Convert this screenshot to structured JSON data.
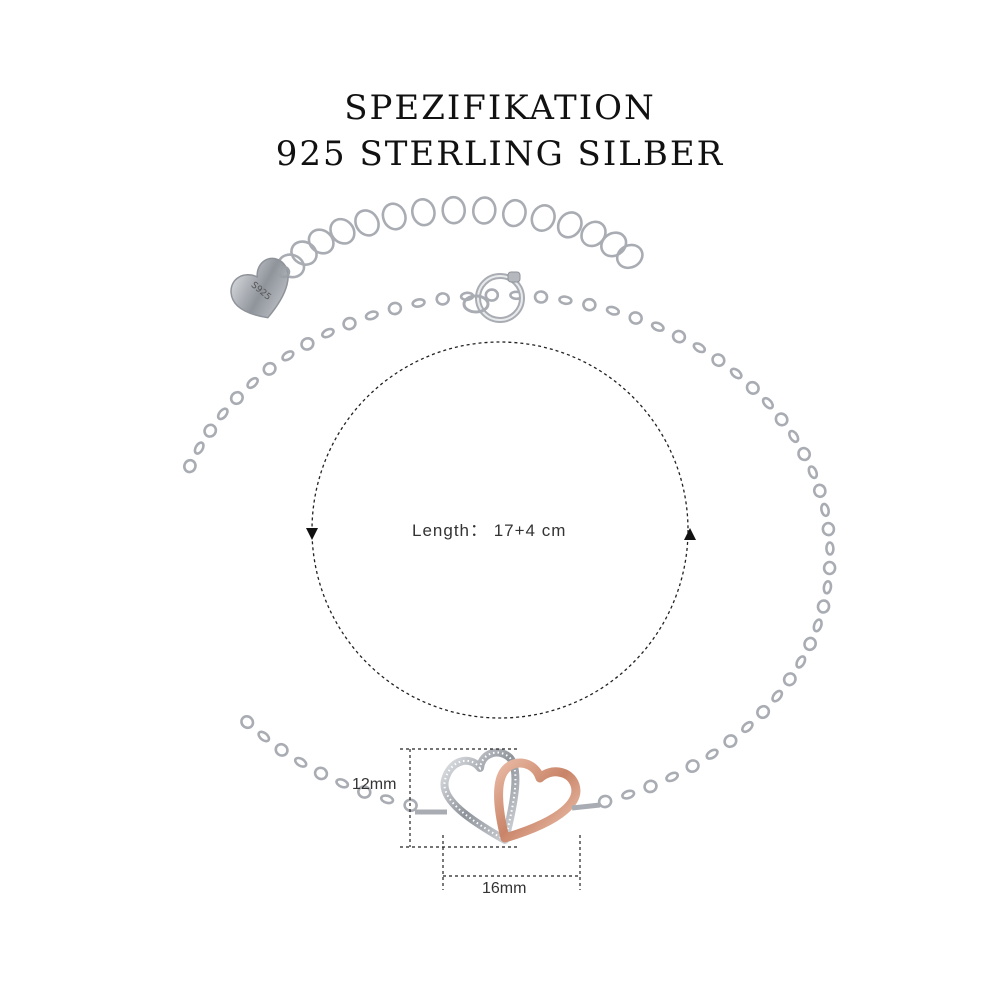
{
  "header": {
    "line1": "SPEZIFIKATION",
    "line2": "925 STERLING SILBER"
  },
  "measurements": {
    "length_label": "Length： 17+4 cm",
    "height_label": "12mm",
    "width_label": "16mm"
  },
  "tag": {
    "engraving": "S925"
  },
  "colors": {
    "silver": "#a9adb3",
    "rose_gold": "#d59c84",
    "text": "#111111"
  }
}
